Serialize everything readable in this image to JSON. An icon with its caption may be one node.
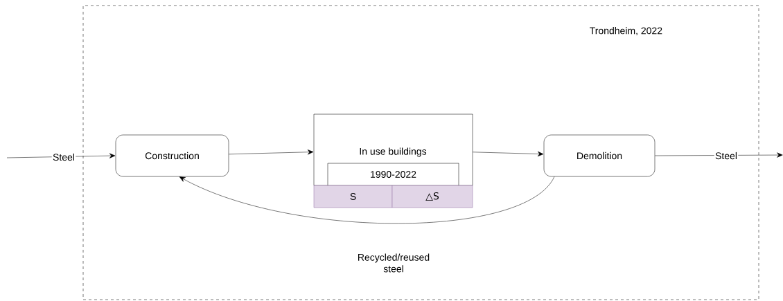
{
  "diagram": {
    "nodes": [
      {
        "text": [
          "Trondheim, 2022"
        ]
      },
      {
        "text": [
          "Construction"
        ],
        "in": 0
      },
      {
        "text": [
          "In use buildings"
        ],
        "in": 0
      },
      {
        "text": [
          "1990-2022"
        ],
        "in": 2
      },
      {
        "text": [
          "S"
        ],
        "in": 0
      },
      {
        "text": [
          "△S"
        ],
        "in": 0
      },
      {
        "text": [
          "Demolition"
        ],
        "in": 0
      }
    ],
    "edges": [
      {
        "from": null,
        "to": 1,
        "arrow": "to",
        "label": "Steel"
      },
      {
        "from": 1,
        "to": 2,
        "arrow": "to"
      },
      {
        "from": 2,
        "to": 6,
        "arrow": "to"
      },
      {
        "from": 6,
        "to": null,
        "arrow": "to",
        "label": "Steel"
      },
      {
        "from": 6,
        "to": 1,
        "arrow": "to",
        "label": "Recycled/reused steel"
      }
    ]
  }
}
